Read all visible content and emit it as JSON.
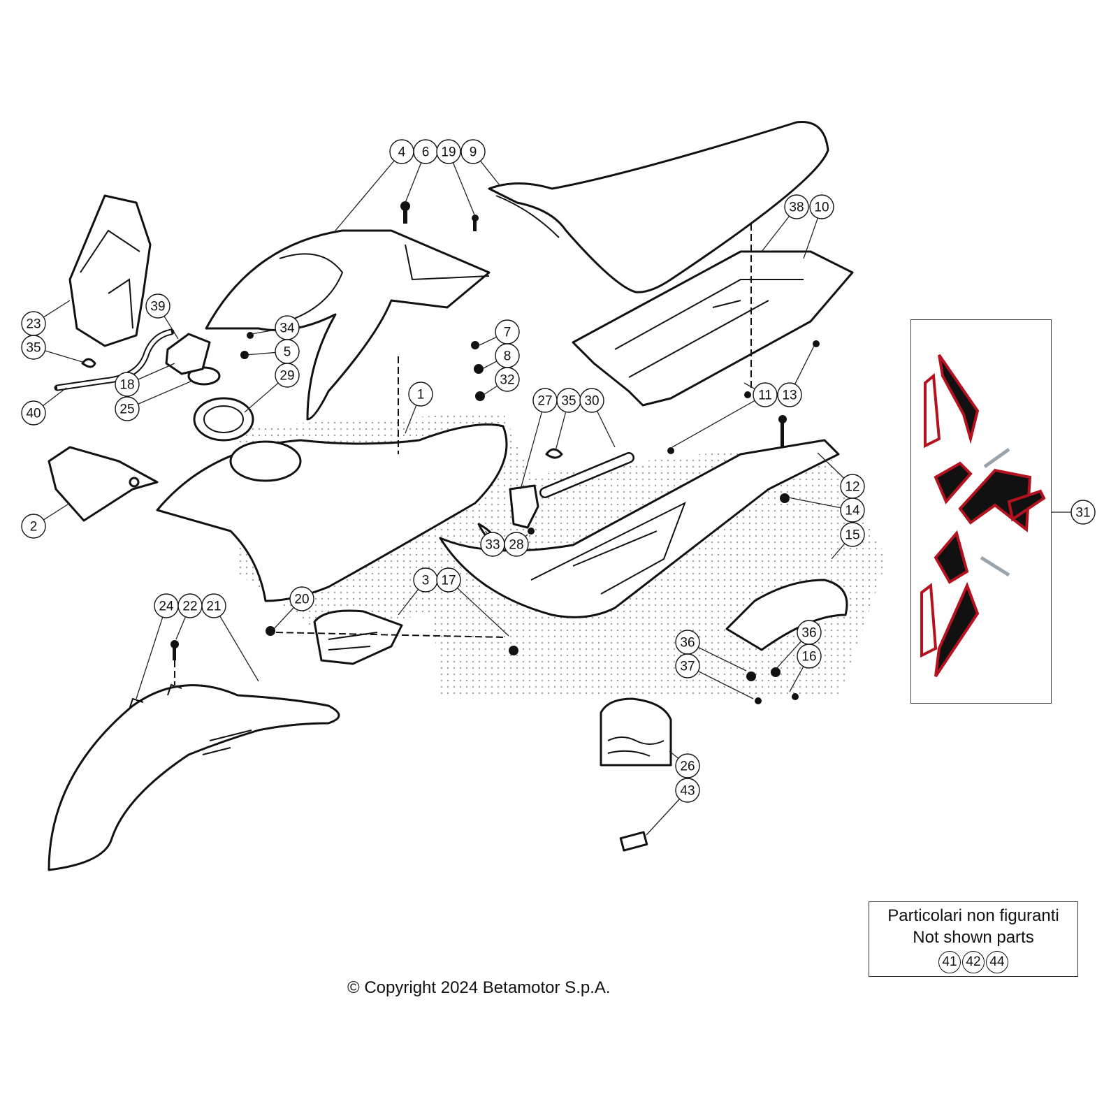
{
  "diagram": {
    "callouts": [
      "4",
      "6",
      "19",
      "9",
      "38",
      "10",
      "23",
      "35",
      "39",
      "34",
      "5",
      "7",
      "8",
      "32",
      "18",
      "25",
      "29",
      "40",
      "1",
      "27",
      "35",
      "30",
      "11",
      "13",
      "12",
      "14",
      "15",
      "31",
      "2",
      "33",
      "28",
      "3",
      "17",
      "20",
      "24",
      "22",
      "21",
      "36",
      "37",
      "36",
      "16",
      "26",
      "43"
    ]
  },
  "not_shown": {
    "line1": "Particolari non figuranti",
    "line2": "Not shown parts",
    "numbers": [
      "41",
      "42",
      "44"
    ]
  },
  "copyright": "© Copyright 2024 Betamotor S.p.A.",
  "colors": {
    "decal_red": "#b3121e",
    "decal_black": "#111111",
    "decal_grey": "#9aa4ad"
  }
}
